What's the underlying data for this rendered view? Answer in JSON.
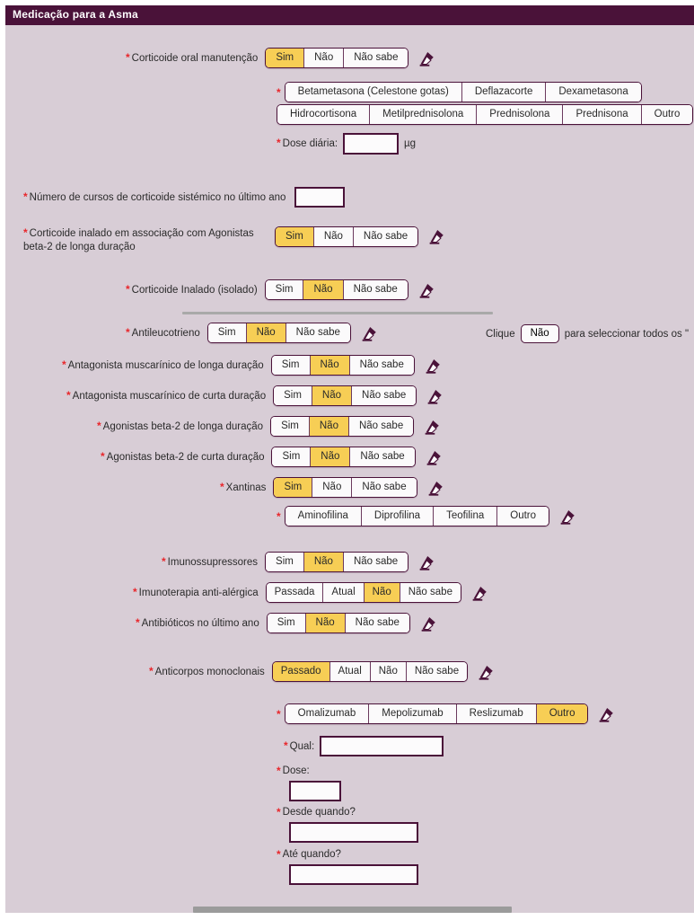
{
  "header": {
    "title": "Medicação para a Asma"
  },
  "icons": {
    "eraser": "eraser-icon"
  },
  "hint": {
    "prefix": "Clique",
    "button": "Não",
    "suffix": "para seleccionar todos os \""
  },
  "rows": {
    "corticoide_oral": {
      "label": "Corticoide oral manutenção",
      "options": [
        "Sim",
        "Não",
        "Não sabe"
      ],
      "selected": "Sim"
    },
    "corticoide_oral_drugs_line1": {
      "options": [
        "Betametasona (Celestone gotas)",
        "Deflazacorte",
        "Dexametasona"
      ],
      "selected": ""
    },
    "corticoide_oral_drugs_line2": {
      "options": [
        "Hidrocortisona",
        "Metilprednisolona",
        "Prednisolona",
        "Prednisona",
        "Outro"
      ],
      "selected": ""
    },
    "dose_diaria": {
      "label": "Dose diária:",
      "value": "",
      "unit": "µg"
    },
    "numero_cursos": {
      "label": "Número de cursos de corticoide sistémico no último ano",
      "value": ""
    },
    "corticoide_inalado_assoc": {
      "label_line1": "Corticoide inalado em associação com Agonistas",
      "label_line2": "beta-2 de longa duração",
      "options": [
        "Sim",
        "Não",
        "Não sabe"
      ],
      "selected": "Sim"
    },
    "corticoide_inalado_isolado": {
      "label": "Corticoide Inalado (isolado)",
      "options": [
        "Sim",
        "Não",
        "Não sabe"
      ],
      "selected": "Não"
    },
    "antileucotrieno": {
      "label": "Antileucotrieno",
      "options": [
        "Sim",
        "Não",
        "Não sabe"
      ],
      "selected": "Não"
    },
    "antagonista_longa": {
      "label": "Antagonista muscarínico de longa duração",
      "options": [
        "Sim",
        "Não",
        "Não sabe"
      ],
      "selected": "Não"
    },
    "antagonista_curta": {
      "label": "Antagonista muscarínico de curta duração",
      "options": [
        "Sim",
        "Não",
        "Não sabe"
      ],
      "selected": "Não"
    },
    "agonistas_longa": {
      "label": "Agonistas beta-2 de longa duração",
      "options": [
        "Sim",
        "Não",
        "Não sabe"
      ],
      "selected": "Não"
    },
    "agonistas_curta": {
      "label": "Agonistas beta-2 de curta duração",
      "options": [
        "Sim",
        "Não",
        "Não sabe"
      ],
      "selected": "Não"
    },
    "xantinas": {
      "label": "Xantinas",
      "options": [
        "Sim",
        "Não",
        "Não sabe"
      ],
      "selected": "Sim"
    },
    "xantinas_drugs": {
      "options": [
        "Aminofilina",
        "Diprofilina",
        "Teofilina",
        "Outro"
      ],
      "selected": ""
    },
    "imunossupressores": {
      "label": "Imunossupressores",
      "options": [
        "Sim",
        "Não",
        "Não sabe"
      ],
      "selected": "Não"
    },
    "imunoterapia": {
      "label": "Imunoterapia anti-alérgica",
      "options": [
        "Passada",
        "Atual",
        "Não",
        "Não sabe"
      ],
      "selected": "Não"
    },
    "antibioticos": {
      "label": "Antibióticos no último ano",
      "options": [
        "Sim",
        "Não",
        "Não sabe"
      ],
      "selected": "Não"
    },
    "anticorpos": {
      "label": "Anticorpos monoclonais",
      "options": [
        "Passado",
        "Atual",
        "Não",
        "Não sabe"
      ],
      "selected": "Passado"
    },
    "anticorpos_drugs": {
      "options": [
        "Omalizumab",
        "Mepolizumab",
        "Reslizumab",
        "Outro"
      ],
      "selected": "Outro"
    },
    "qual": {
      "label": "Qual:",
      "value": ""
    },
    "dose": {
      "label": "Dose:",
      "value": ""
    },
    "desde_quando": {
      "label": "Desde quando?",
      "value": ""
    },
    "ate_quando": {
      "label": "Até quando?",
      "value": ""
    }
  }
}
